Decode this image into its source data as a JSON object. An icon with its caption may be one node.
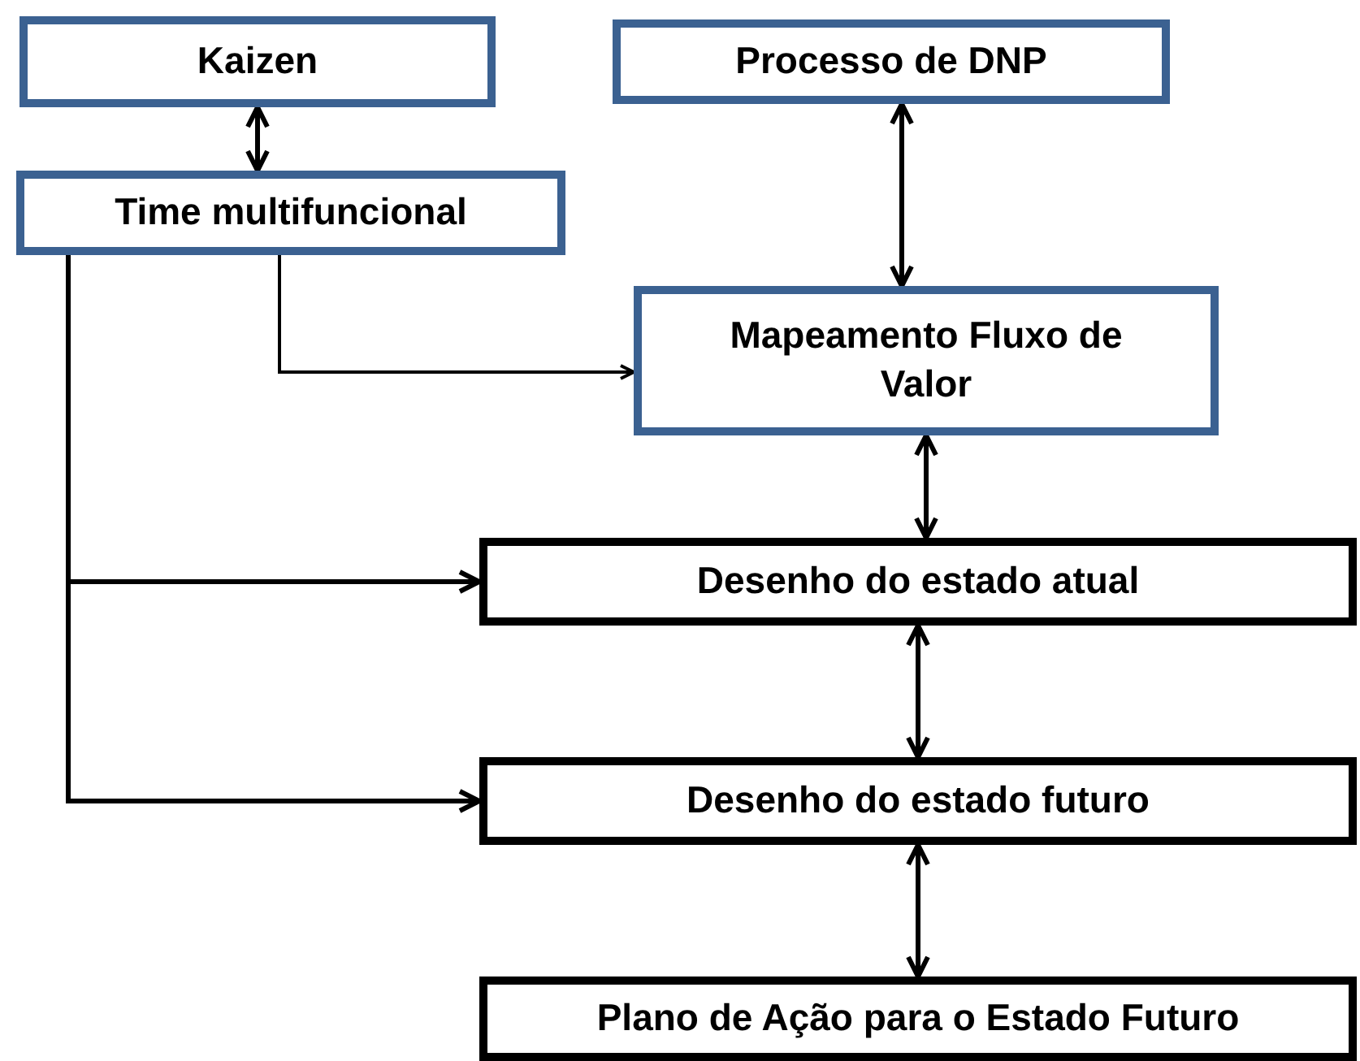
{
  "diagram": {
    "nodes": [
      {
        "text": [
          "Kaizen"
        ]
      },
      {
        "text": [
          "Processo de DNP"
        ]
      },
      {
        "text": [
          "Time multifuncional"
        ]
      },
      {
        "text": [
          "Mapeamento Fluxo de Valor"
        ]
      },
      {
        "text": [
          "Desenho do estado atual"
        ]
      },
      {
        "text": [
          "Desenho do estado futuro"
        ]
      },
      {
        "text": [
          "Plano de Ação para o Estado Futuro"
        ]
      }
    ],
    "edges": [
      {
        "from": 0,
        "to": 2,
        "arrow": "both"
      },
      {
        "from": 1,
        "to": 3,
        "arrow": "both"
      },
      {
        "from": 2,
        "to": 3,
        "arrow": "to"
      },
      {
        "from": 2,
        "to": 4,
        "arrow": "to"
      },
      {
        "from": 2,
        "to": 5,
        "arrow": "to"
      },
      {
        "from": 3,
        "to": 4,
        "arrow": "both"
      },
      {
        "from": 4,
        "to": 5,
        "arrow": "both"
      },
      {
        "from": 5,
        "to": 6,
        "arrow": "both"
      }
    ]
  }
}
